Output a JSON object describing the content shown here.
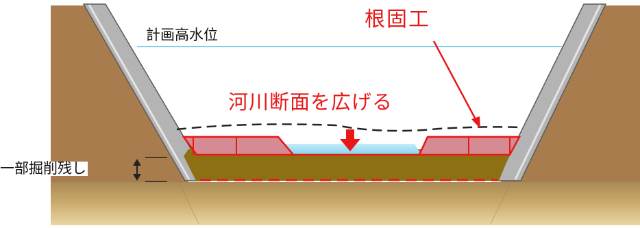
{
  "labels": {
    "planned_high_water_level": "計画高水位",
    "root_protection": "根固工",
    "widen_river_section": "河川断面を広げる",
    "partial_excavation_remaining": "一部掘削残し"
  },
  "colors": {
    "earth": "#a97c4d",
    "revetment": "#b4b4b4",
    "revetment_edge": "#5a5a5a",
    "fill_soil": "#8d7013",
    "water": "#9edcf2",
    "water_level_line": "#7fcfe8",
    "block_fill": "#d58b94",
    "accent_red": "#e81818",
    "dashed_ground": "#222222"
  },
  "icons": {
    "down_arrow": "down-arrow-icon",
    "dimension_arrow": "dimension-arrow-icon"
  }
}
